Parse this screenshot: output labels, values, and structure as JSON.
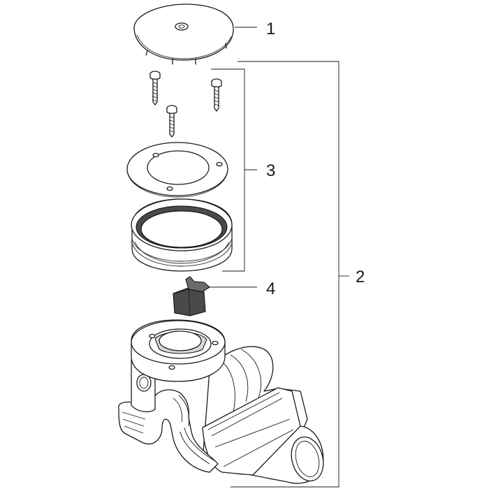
{
  "callouts": [
    {
      "id": "1",
      "label": "1"
    },
    {
      "id": "2",
      "label": "2"
    },
    {
      "id": "3",
      "label": "3"
    },
    {
      "id": "4",
      "label": "4"
    }
  ],
  "parts": [
    "cover-plate",
    "mounting-screws",
    "flange-ring",
    "sealing-ring",
    "odour-trap-insert",
    "drain-body"
  ]
}
